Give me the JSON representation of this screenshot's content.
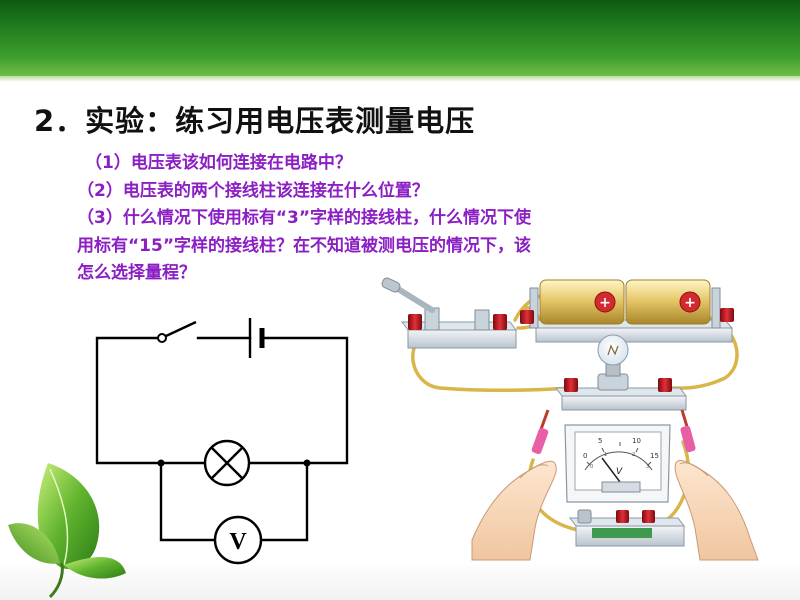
{
  "slide": {
    "title": "2．实验：练习用电压表测量电压",
    "questions": [
      "（1）电压表该如何连接在电路中？",
      "（2）电压表的两个接线柱该连接在什么位置？",
      "（3）什么情况下使用标有“3”字样的接线柱，什么情况下使",
      "用标有“15”字样的接线柱？在不知道被测电压的情况下，该",
      "怎么选择量程？"
    ]
  },
  "circuit": {
    "voltmeter_symbol": "V"
  },
  "meter": {
    "scale_labels": [
      "0",
      "5",
      "10",
      "15"
    ],
    "inner_labels": [
      "0",
      "1",
      "2",
      "3"
    ],
    "unit": "V"
  },
  "colors": {
    "banner_dark": "#0d5a12",
    "banner_light": "#6fbf45",
    "question_text": "#8b1fc4",
    "title_text": "#111111",
    "terminal_red": "#c3151c",
    "battery_gold": "#e6c86a"
  }
}
